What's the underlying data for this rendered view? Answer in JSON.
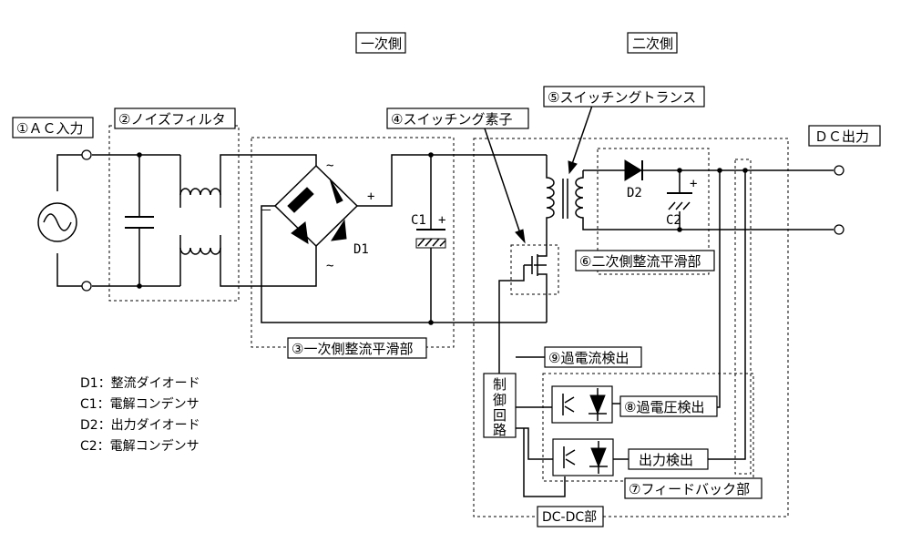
{
  "labels": {
    "primary_side": "一次側",
    "secondary_side": "二次側",
    "ac_input": "①ＡＣ入力",
    "noise_filter": "②ノイズフィルタ",
    "primary_rectifier": "③一次側整流平滑部",
    "switching_element": "④スイッチング素子",
    "switching_transformer": "⑤スイッチングトランス",
    "secondary_rectifier": "⑥二次側整流平滑部",
    "feedback": "⑦フィードバック部",
    "overvoltage": "⑧過電圧検出",
    "overcurrent": "⑨過電流検出",
    "dc_output": "ＤＣ出力",
    "output_detect": "出力検出",
    "dcdc": "DC-DC部",
    "control_circuit": [
      "制",
      "御",
      "回",
      "路"
    ],
    "d1": "D1",
    "d2": "D2",
    "c1": "C1",
    "c2": "C2",
    "plus": "+",
    "minus": "－",
    "tilde": "~"
  },
  "legend": [
    "D1：整流ダイオード",
    "C1：電解コンデンサ",
    "D2：出力ダイオード",
    "C2：電解コンデンサ"
  ]
}
